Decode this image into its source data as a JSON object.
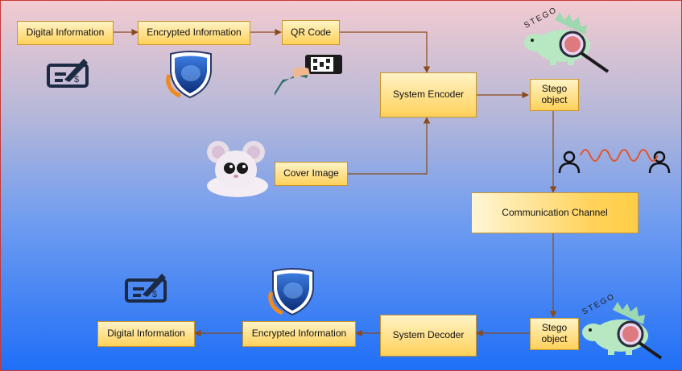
{
  "nodes": {
    "digital_info_top": "Digital Information",
    "encrypted_info_top": "Encrypted Information",
    "qr_code": "QR Code",
    "system_encoder": "System Encoder",
    "stego_object_top": "Stego object",
    "cover_image": "Cover Image",
    "communication_channel": "Communication Channel",
    "stego_object_bottom": "Stego object",
    "system_decoder": "System Decoder",
    "encrypted_info_bottom": "Encrypted Information",
    "digital_info_bottom": "Digital Information"
  },
  "stego_label": "STEGO",
  "colors": {
    "arrow": "#8a4a1a",
    "box_border": "#c9952a",
    "wave": "#e2552a"
  }
}
